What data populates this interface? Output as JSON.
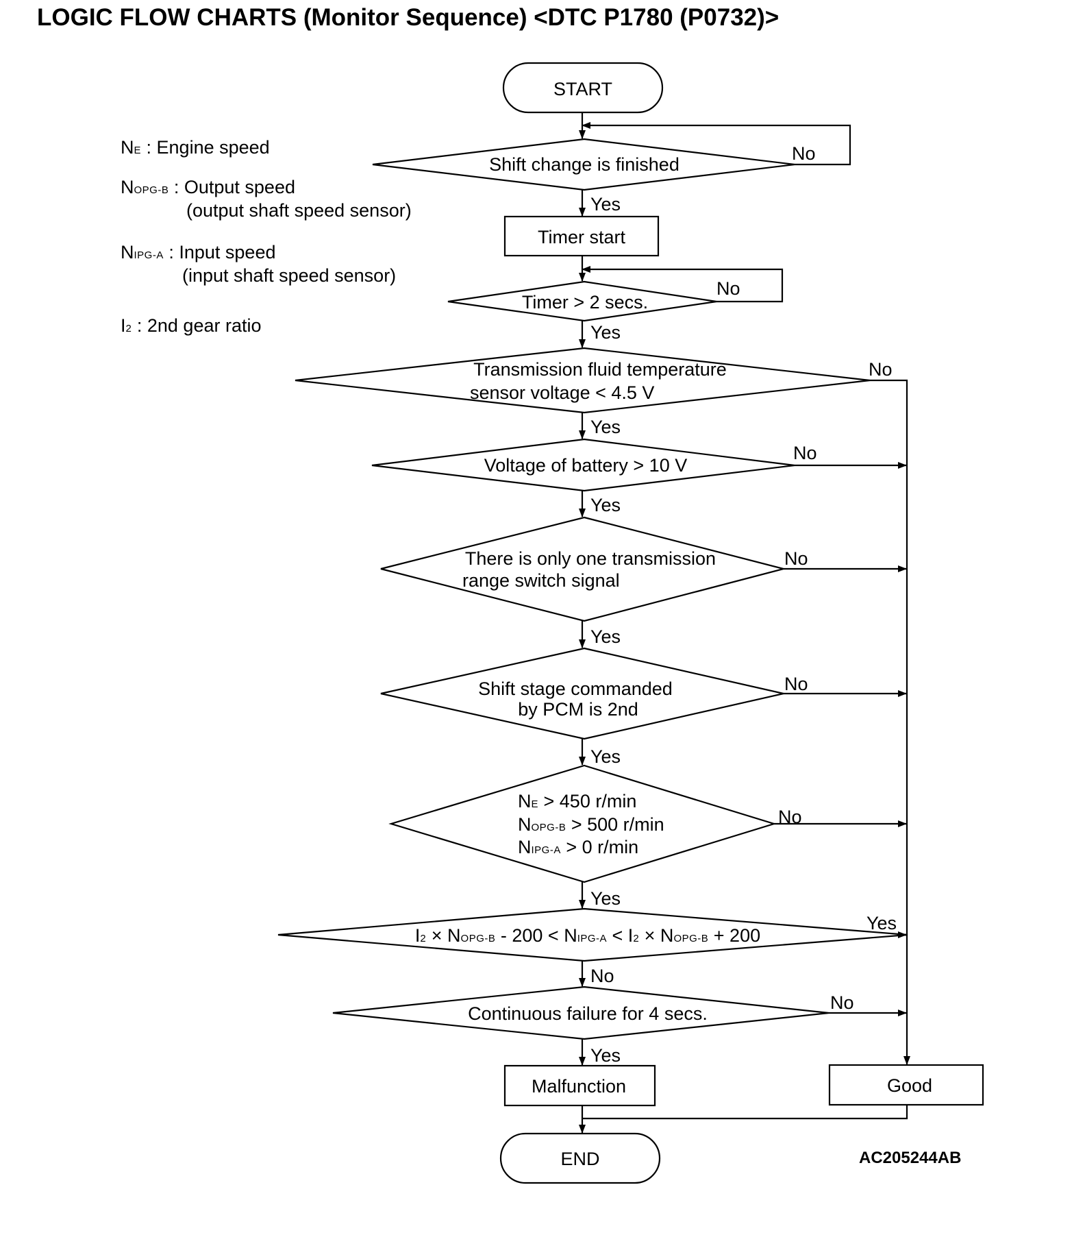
{
  "title": "LOGIC FLOW CHARTS (Monitor Sequence) <DTC P1780 (P0732)>",
  "figure_id": "AC205244AB",
  "legend": [
    {
      "symbol": "N",
      "sub": "E",
      "sep": " : ",
      "text": "Engine speed",
      "text2": ""
    },
    {
      "symbol": "N",
      "sub": "OPG-B",
      "sep": " : ",
      "text": "Output speed",
      "text2": "(output shaft speed sensor)"
    },
    {
      "symbol": "N",
      "sub": "IPG-A",
      "sep": " : ",
      "text": "Input speed",
      "text2": "(input shaft speed sensor)"
    },
    {
      "symbol": "I",
      "sub": "2",
      "sep": " : ",
      "text": "2nd gear ratio",
      "text2": ""
    }
  ],
  "nodes": {
    "start": "START",
    "shift_finished": "Shift change is finished",
    "timer_start": "Timer start",
    "timer_2s": "Timer > 2 secs.",
    "fluid_temp_1": "Transmission fluid temperature",
    "fluid_temp_2": "sensor voltage < 4.5 V",
    "battery": "Voltage of battery > 10 V",
    "range_switch_1": "There is only one transmission",
    "range_switch_2": "range switch signal",
    "shift_stage_1": "Shift stage commanded",
    "shift_stage_2": "by PCM is 2nd",
    "speed_ne": {
      "sym": "N",
      "sub": "E",
      "rest": " > 450 r/min"
    },
    "speed_nopg": {
      "sym": "N",
      "sub": "OPG-B",
      "rest": " > 500 r/min"
    },
    "speed_nipg": {
      "sym": "N",
      "sub": "IPG-A",
      "rest": " > 0 r/min"
    },
    "ratio_check": {
      "i1": "I",
      "i1_sub": "2",
      "times1": " × N",
      "n1_sub": "OPG-B",
      "mid1": " - 200 < N",
      "n2_sub": "IPG-A",
      "mid2": " < I",
      "i2_sub": "2",
      "times2": " × N",
      "n3_sub": "OPG-B",
      "end": " + 200"
    },
    "continuous_failure": "Continuous failure for 4 secs.",
    "malfunction": "Malfunction",
    "good": "Good",
    "end": "END"
  },
  "labels": {
    "yes": "Yes",
    "no": "No"
  }
}
